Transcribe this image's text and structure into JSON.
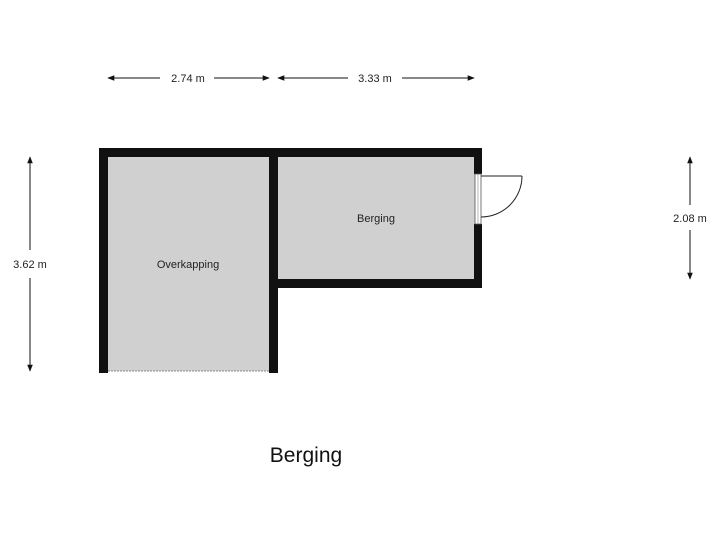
{
  "plan": {
    "caption": "Berging",
    "rooms": {
      "overkapping": "Overkapping",
      "berging": "Berging"
    },
    "dimensions": {
      "top_left_width": "2.74 m",
      "top_right_width": "3.33 m",
      "left_height": "3.62 m",
      "right_height": "2.08 m"
    }
  }
}
